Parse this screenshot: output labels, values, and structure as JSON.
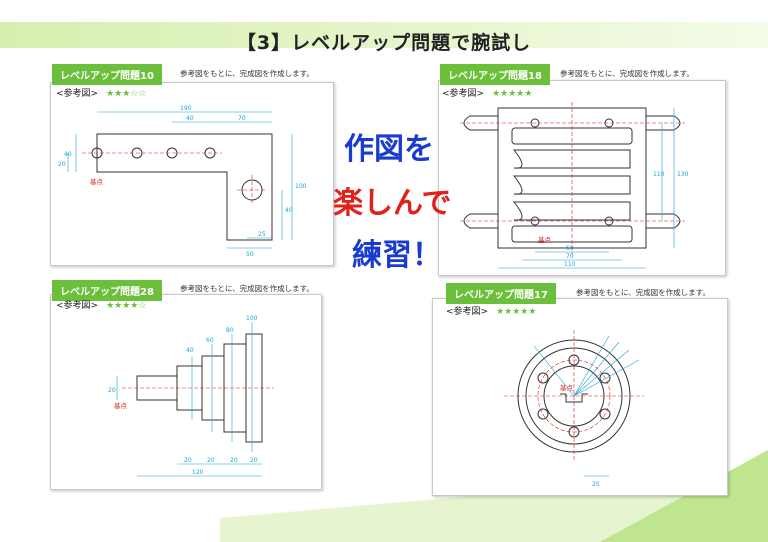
{
  "page_title": "【3】レベルアップ問題で腕試し",
  "instruction": "参考図をもとに、完成図を作成します。",
  "ref_label": "<参考図>",
  "problems": [
    {
      "tag": "レベルアップ問題10",
      "stars": "★★★☆☆"
    },
    {
      "tag": "レベルアップ問題18",
      "stars": "★★★★★"
    },
    {
      "tag": "レベルアップ問題28",
      "stars": "★★★★☆"
    },
    {
      "tag": "レベルアップ問題17",
      "stars": "★★★★★"
    }
  ],
  "slogan": {
    "line1": "作図を",
    "line2": "楽しんで",
    "line3": "練習！"
  },
  "dims": {
    "p10": {
      "d190": "190",
      "d40": "40",
      "d70": "70",
      "d100": "100",
      "d40v": "40",
      "d20": "20",
      "d40v2": "40",
      "d25": "25",
      "d50": "50",
      "base": "基点"
    },
    "p18": {
      "d110": "110",
      "d70": "70",
      "d50": "50",
      "d110v": "110",
      "d130": "130",
      "base": "基点"
    },
    "p28": {
      "d40": "40",
      "d60": "60",
      "d80": "80",
      "d100": "100",
      "d20": "20",
      "d20a": "20",
      "d20b": "20",
      "d20c": "20",
      "d20d": "20",
      "d120": "120",
      "base": "基点"
    },
    "p17": {
      "d25": "25",
      "base": "基点"
    }
  },
  "colors": {
    "accent_green": "#6cbf3a",
    "slogan_blue": "#1a3bcf",
    "slogan_red": "#e0201a",
    "dim_cyan": "#1aa6d6",
    "center_red": "#e0201a"
  }
}
